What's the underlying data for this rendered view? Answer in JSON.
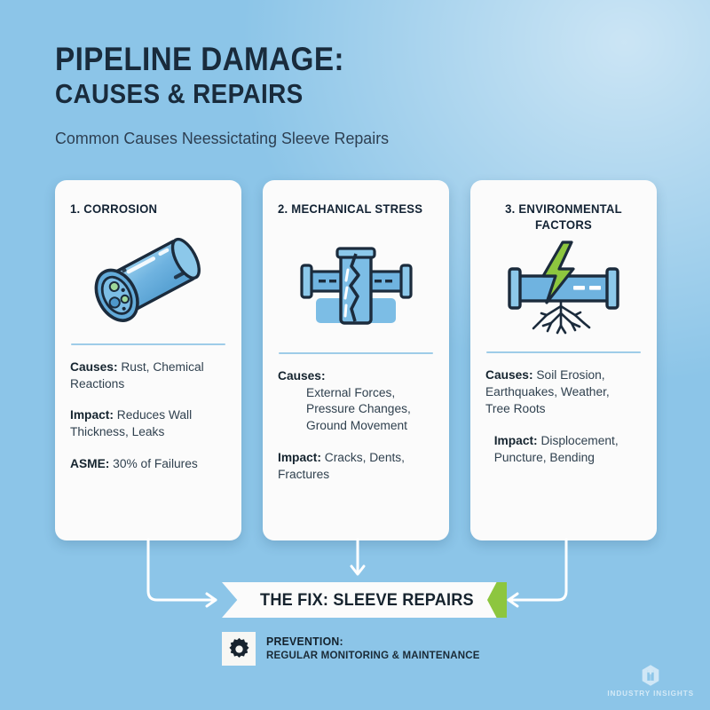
{
  "header": {
    "title_line1": "PIPELINE DAMAGE:",
    "title_line2": "CAUSES & REPAIRS",
    "subtitle": "Common Causes Neessictating Sleeve Repairs"
  },
  "colors": {
    "bg_light": "#cfe6f6",
    "bg_dark": "#7cbde4",
    "card_bg": "#fbfbfb",
    "heading": "#192b3c",
    "divider": "#9ecce8",
    "pipe_blue": "#6fb3e0",
    "pipe_outline": "#1b2b3c",
    "accent_green": "#8dc63f",
    "connector": "#ffffff"
  },
  "cards": [
    {
      "title": "1. CORROSION",
      "icon": "corroded-pipe-icon",
      "lines": [
        {
          "label": "Causes:",
          "text": " Rust, Chemical Reactions",
          "indent": "none"
        },
        {
          "label": "Impact:",
          "text": " Reduces Wall Thickness, Leaks",
          "indent": "none"
        },
        {
          "label": "ASME:",
          "text": " 30% of Failures",
          "indent": "none"
        }
      ]
    },
    {
      "title": "2. MECHANICAL STRESS",
      "icon": "cracked-pipe-icon",
      "lines": [
        {
          "label": "Causes:",
          "text": "",
          "indent": "none"
        },
        {
          "label": "",
          "text": "External Forces, Pressure Changes, Ground Movement",
          "indent": "first"
        },
        {
          "label": "Impact:",
          "text": " Cracks, Dents, Fractures",
          "indent": "none"
        }
      ]
    },
    {
      "title": "3. ENVIRONMENTAL FACTORS",
      "icon": "pipe-lightning-roots-icon",
      "lines": [
        {
          "label": "Causes:",
          "text": " Soil Erosion, Earthquakes, Weather, Tree Roots",
          "indent": "none"
        },
        {
          "label": "Impact:",
          "text": " Displocement, Puncture, Bending",
          "indent": "small"
        }
      ]
    }
  ],
  "banner": {
    "text": "THE FIX: SLEEVE REPAIRS"
  },
  "prevention": {
    "icon": "gear-icon",
    "line1": "PREVENTION:",
    "line2": "REGULAR MONITORING & MAINTENANCE"
  },
  "watermark": {
    "logo": "hexagon-logo-icon",
    "text": "INDUSTRY INSIGHTS"
  }
}
